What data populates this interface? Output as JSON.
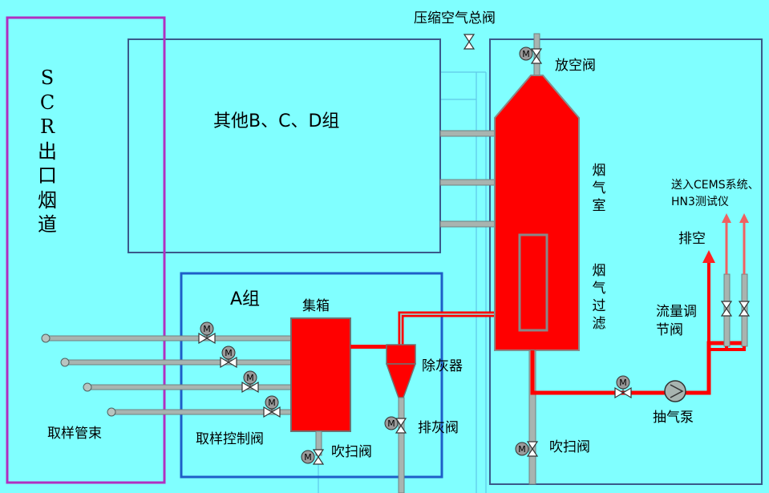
{
  "labels": {
    "scr_chars": [
      "S",
      "C",
      "R",
      "出",
      "口",
      "烟",
      "道"
    ],
    "main_compressed_air_valve": "压缩空气总阀",
    "other_groups": "其他B、C、D组",
    "vent_valve": "放空阀",
    "flue_gas_chamber": [
      "烟",
      "气",
      "室"
    ],
    "flue_gas_filter": [
      "烟",
      "气",
      "过",
      "滤"
    ],
    "send_to_cems_line1": "送入CEMS系统、",
    "send_to_cems_line2": "HN3测试仪",
    "exhaust": "排空",
    "group_a": "A组",
    "header_box": "集箱",
    "flow_control_valve_line1": "流量调",
    "flow_control_valve_line2": "节阀",
    "dust_remover": "除灰器",
    "ash_discharge_valve": "排灰阀",
    "extraction_pump": "抽气泵",
    "sampling_tube_bundle": "取样管束",
    "sampling_control_valve": "取样控制阀",
    "purge_valve_a": "吹扫阀",
    "purge_valve_right": "吹扫阀"
  },
  "colors": {
    "background": "#80ffff",
    "equipment_red": "#ff0000",
    "pipe_gray": "#a8b4b0",
    "box_border_dark": "#3a5a8a",
    "group_a_border": "#1e5fc8",
    "scr_border": "#b030c0",
    "motor_gray": "#9a9a9a"
  },
  "icons": {
    "motor_valve": "motor-valve-icon",
    "manual_valve": "valve-icon",
    "pump": "pump-icon",
    "arrow_up": "arrow-up-icon"
  }
}
